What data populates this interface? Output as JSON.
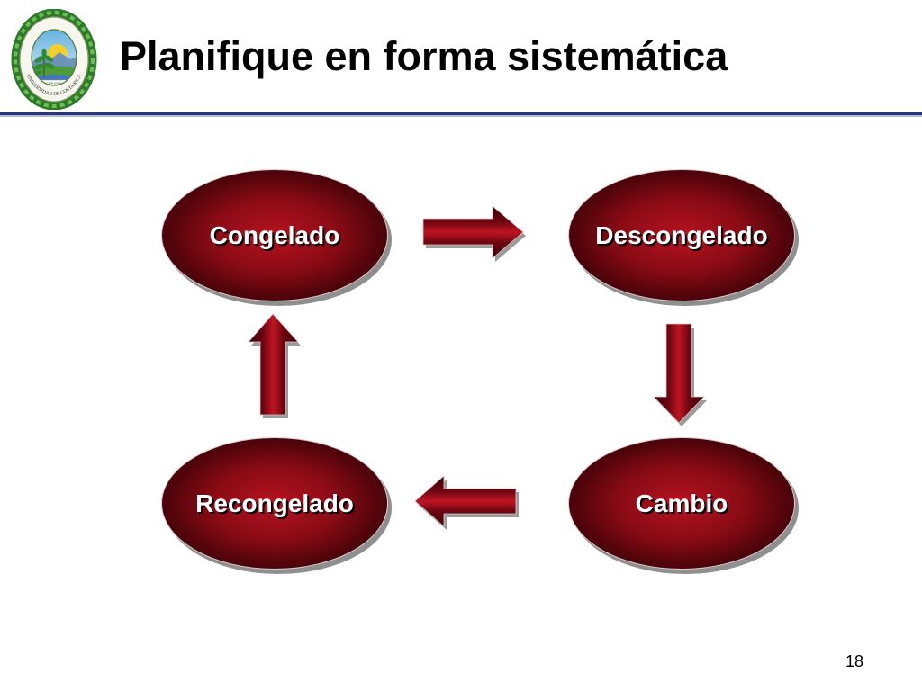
{
  "slide": {
    "title": "Planifique en forma sistemática",
    "page_number": "18"
  },
  "logo": {
    "icon": "university-seal-icon",
    "ring_text": "UNIVERSIDAD DE COSTA RICA",
    "motto": "LUCEM ASPICIO"
  },
  "diagram": {
    "nodes": [
      {
        "label": "Congelado"
      },
      {
        "label": "Descongelado"
      },
      {
        "label": "Cambio"
      },
      {
        "label": "Recongelado"
      }
    ],
    "edges": [
      {
        "from": 0,
        "to": 1
      },
      {
        "from": 1,
        "to": 2
      },
      {
        "from": 2,
        "to": 3
      },
      {
        "from": 3,
        "to": 0
      }
    ]
  },
  "colors": {
    "page_background": "#ffffff",
    "title_text": "#000000",
    "rule": "#26367f",
    "node_center": "#b5131f",
    "node_edge": "#2a0004",
    "node_text": "#ffffff",
    "arrow_light": "#c01422",
    "arrow_dark": "#3a0106",
    "laurel": "#2d7a2e"
  }
}
